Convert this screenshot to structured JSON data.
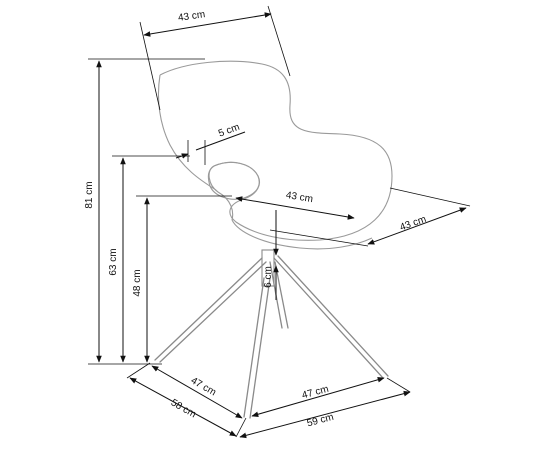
{
  "dimensions": {
    "seat_back_width": "43 cm",
    "frame_thickness": "5 cm",
    "total_height": "81 cm",
    "armrest_height": "63 cm",
    "seat_height": "48 cm",
    "seat_width": "43 cm",
    "seat_depth": "43 cm",
    "seat_thickness": "6 cm",
    "base_left": "47 cm",
    "base_right": "47 cm",
    "overall_depth": "58 cm",
    "overall_width": "59 cm"
  },
  "colors": {
    "dimension_lines": "#111111",
    "chair_outline": "#9a9a9a"
  }
}
